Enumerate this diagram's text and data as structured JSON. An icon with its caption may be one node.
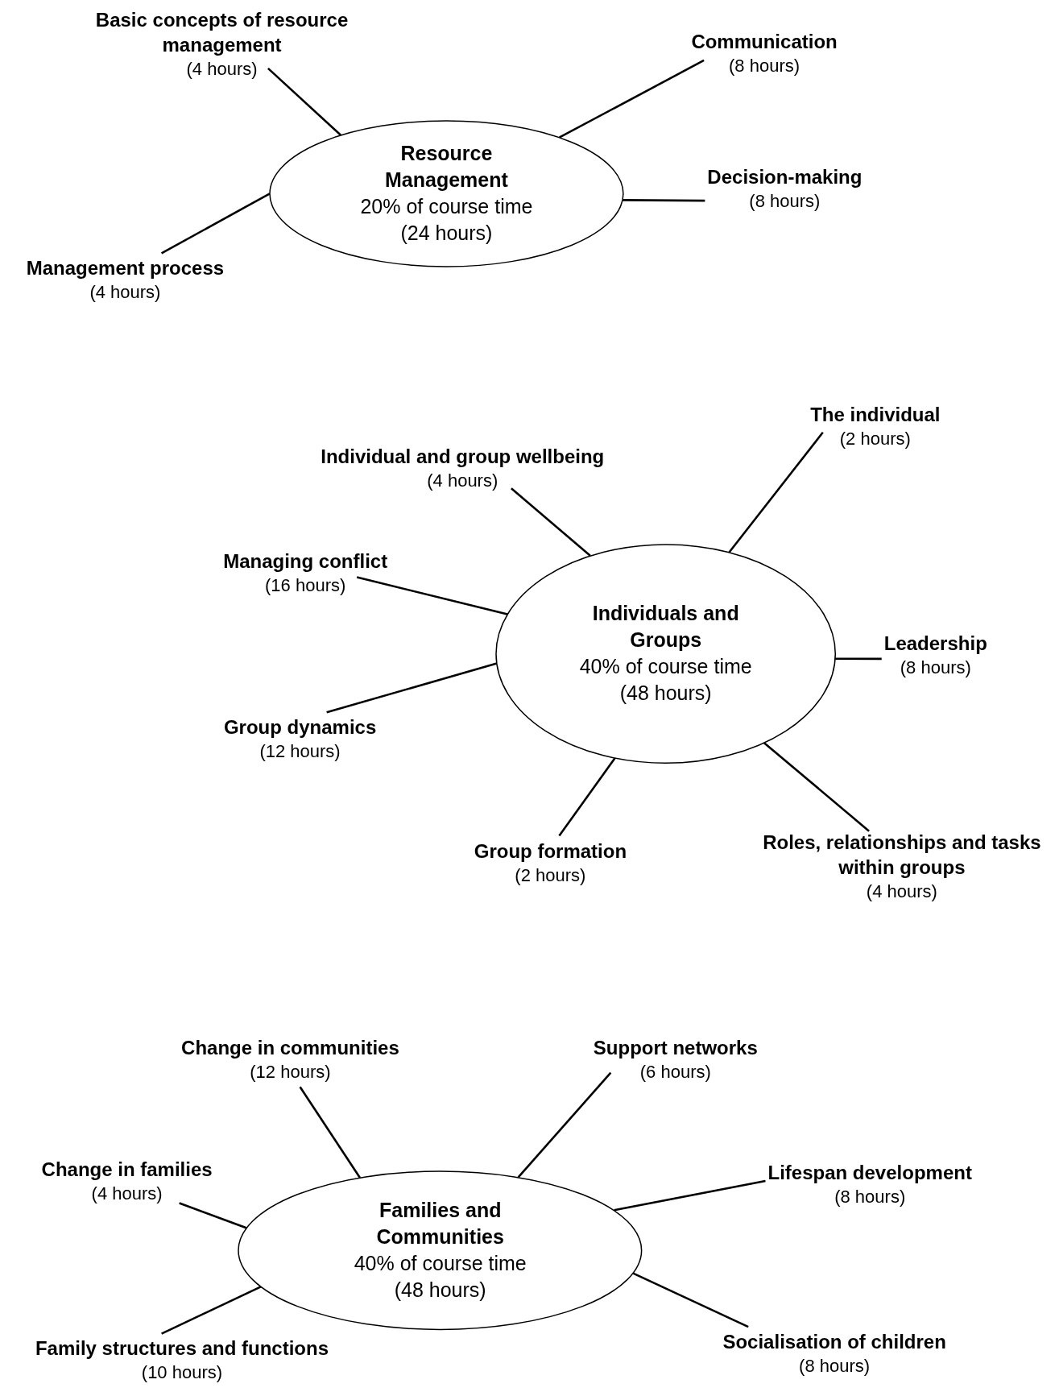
{
  "diagram": {
    "nodes": [
      {
        "text": [
          "Resource Management",
          "20% of course time",
          "(24 hours)"
        ]
      },
      {
        "text": [
          "Basic concepts of resource management",
          "(4 hours)"
        ]
      },
      {
        "text": [
          "Communication",
          "(8 hours)"
        ]
      },
      {
        "text": [
          "Decision-making",
          "(8 hours)"
        ]
      },
      {
        "text": [
          "Management process",
          "(4 hours)"
        ]
      },
      {
        "text": [
          "Individuals and Groups",
          "40% of course time",
          "(48 hours)"
        ]
      },
      {
        "text": [
          "Individual and group wellbeing",
          "(4 hours)"
        ]
      },
      {
        "text": [
          "The individual",
          "(2 hours)"
        ]
      },
      {
        "text": [
          "Managing conflict",
          "(16 hours)"
        ]
      },
      {
        "text": [
          "Leadership",
          "(8 hours)"
        ]
      },
      {
        "text": [
          "Group dynamics",
          "(12 hours)"
        ]
      },
      {
        "text": [
          "Group formation",
          "(2 hours)"
        ]
      },
      {
        "text": [
          "Roles, relationships and tasks within groups",
          "(4 hours)"
        ]
      },
      {
        "text": [
          "Families and Communities",
          "40% of course time",
          "(48 hours)"
        ]
      },
      {
        "text": [
          "Change in communities",
          "(12 hours)"
        ]
      },
      {
        "text": [
          "Support networks",
          "(6 hours)"
        ]
      },
      {
        "text": [
          "Change in families",
          "(4 hours)"
        ]
      },
      {
        "text": [
          "Lifespan development",
          "(8 hours)"
        ]
      },
      {
        "text": [
          "Family structures and functions",
          "(10 hours)"
        ]
      },
      {
        "text": [
          "Socialisation of children",
          "(8 hours)"
        ]
      }
    ],
    "edges": [
      {
        "from": 0,
        "to": 1,
        "arrow": "none"
      },
      {
        "from": 0,
        "to": 2,
        "arrow": "none"
      },
      {
        "from": 0,
        "to": 3,
        "arrow": "none"
      },
      {
        "from": 0,
        "to": 4,
        "arrow": "none"
      },
      {
        "from": 5,
        "to": 6,
        "arrow": "none"
      },
      {
        "from": 5,
        "to": 7,
        "arrow": "none"
      },
      {
        "from": 5,
        "to": 8,
        "arrow": "none"
      },
      {
        "from": 5,
        "to": 9,
        "arrow": "none"
      },
      {
        "from": 5,
        "to": 10,
        "arrow": "none"
      },
      {
        "from": 5,
        "to": 11,
        "arrow": "none"
      },
      {
        "from": 5,
        "to": 12,
        "arrow": "none"
      },
      {
        "from": 13,
        "to": 14,
        "arrow": "none"
      },
      {
        "from": 13,
        "to": 15,
        "arrow": "none"
      },
      {
        "from": 13,
        "to": 16,
        "arrow": "none"
      },
      {
        "from": 13,
        "to": 17,
        "arrow": "none"
      },
      {
        "from": 13,
        "to": 18,
        "arrow": "none"
      },
      {
        "from": 13,
        "to": 19,
        "arrow": "none"
      }
    ]
  }
}
